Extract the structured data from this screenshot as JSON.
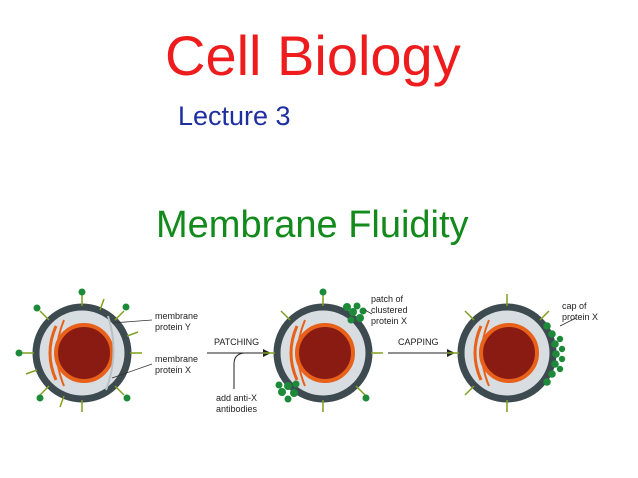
{
  "title": "Cell Biology",
  "subtitle": "Lecture 3",
  "heading": "Membrane Fluidity",
  "diagram": {
    "label_protein_y": [
      "membrane",
      "protein Y"
    ],
    "label_protein_x": [
      "membrane",
      "protein X"
    ],
    "label_patching": "PATCHING",
    "label_add_antibodies": [
      "add anti-X",
      "antibodies"
    ],
    "label_patch": [
      "patch of",
      "clustered",
      "protein X"
    ],
    "label_capping": "CAPPING",
    "label_cap": [
      "cap of",
      "protein X"
    ],
    "colors": {
      "membrane": "#3d4a4f",
      "cytoplasm": "#d7dde0",
      "nucleus": "#8a1b12",
      "nucleus_rim": "#e8611a",
      "protein": "#1d8a3a",
      "spike": "#7ea01e"
    }
  }
}
